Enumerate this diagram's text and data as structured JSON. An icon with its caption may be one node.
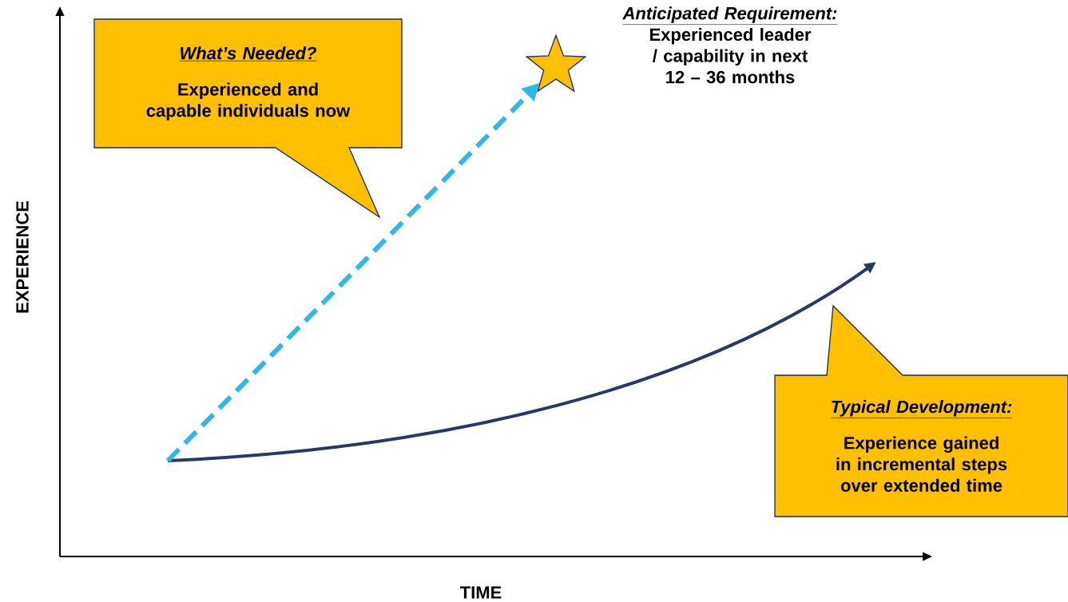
{
  "diagram": {
    "nodes": [
      {
        "text": [
          "What’s Needed?",
          "Experienced and capable individuals now"
        ]
      },
      {
        "text": [],
        "shape": "star",
        "beside": [
          "Anticipated Requirement:",
          "Experienced leader / capability in next 12 – 36 months"
        ]
      },
      {
        "text": [
          "Typical Development:",
          "Experience gained in incremental steps over extended time"
        ]
      }
    ],
    "edges": [
      {
        "from": null,
        "to": 1,
        "arrow": "to",
        "style": "dashed",
        "color": "#2eb8e6"
      }
    ],
    "labels": [
      "EXPERIENCE",
      "TIME"
    ]
  }
}
